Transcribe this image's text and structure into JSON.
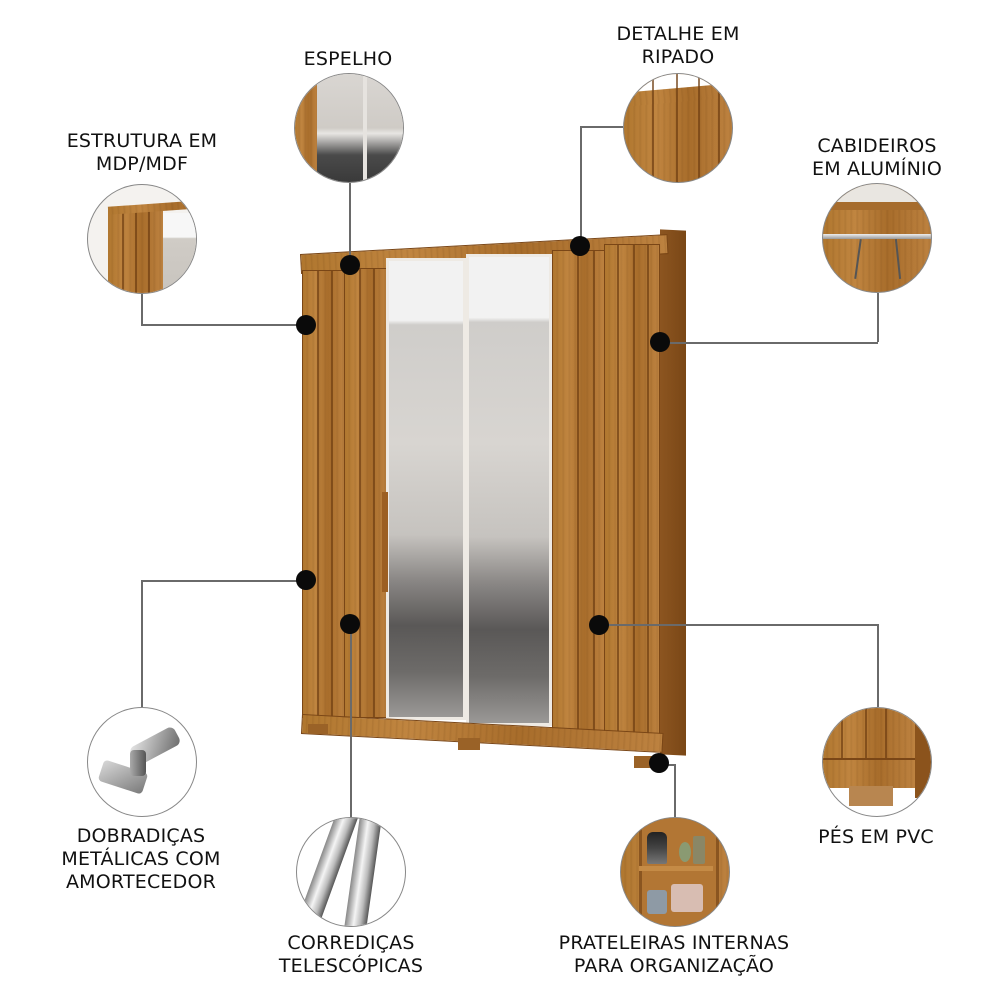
{
  "product": {
    "type": "wardrobe",
    "finish_color": "#b57a35",
    "doors": 4,
    "mirrored_doors": 2
  },
  "callouts": [
    {
      "id": "espelho",
      "lines": [
        "ESPELHO"
      ],
      "icon": "mirror-detail-image"
    },
    {
      "id": "estrutura",
      "lines": [
        "ESTRUTURA EM",
        "MDP/MDF"
      ],
      "icon": "structure-detail-image"
    },
    {
      "id": "ripado",
      "lines": [
        "DETALHE EM",
        "RIPADO"
      ],
      "icon": "slat-detail-image"
    },
    {
      "id": "cabideiros",
      "lines": [
        "CABIDEIROS",
        "EM ALUMÍNIO"
      ],
      "icon": "hanger-rail-image"
    },
    {
      "id": "dobradicas",
      "lines": [
        "DOBRADIÇAS",
        "METÁLICAS COM",
        "AMORTECEDOR"
      ],
      "icon": "hinge-image"
    },
    {
      "id": "corredicas",
      "lines": [
        "CORREDIÇAS",
        "TELESCÓPICAS"
      ],
      "icon": "drawer-slide-image"
    },
    {
      "id": "prateleiras",
      "lines": [
        "PRATELEIRAS INTERNAS",
        "PARA ORGANIZAÇÃO"
      ],
      "icon": "shelves-image"
    },
    {
      "id": "pes",
      "lines": [
        "PÉS EM PVC"
      ],
      "icon": "pvc-feet-image"
    }
  ],
  "colors": {
    "wood": "#b57a35",
    "wood_dark": "#6f3f12",
    "dot": "#0a0a0a",
    "leader_line": "#6a6a6a",
    "text": "#111111"
  }
}
